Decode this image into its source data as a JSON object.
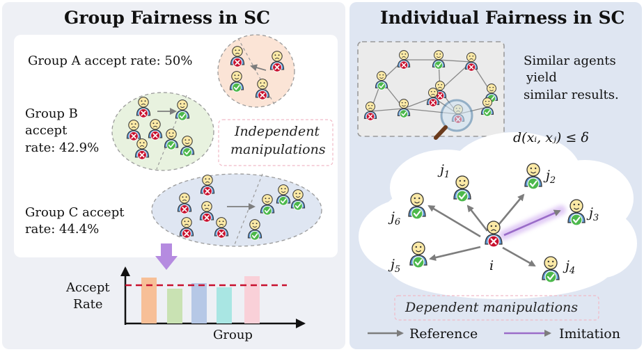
{
  "left_panel": {
    "title": "Group Fairness in SC",
    "group_a": {
      "label": "Group A accept rate: 50%",
      "rate": 0.5
    },
    "group_b": {
      "label_line1": "Group B",
      "label_line2": "accept",
      "label_line3": "rate: 42.9%",
      "rate": 0.429
    },
    "group_c": {
      "label_line1": "Group C accept",
      "label_line2": "rate: 44.4%",
      "rate": 0.444
    },
    "note_line1": "Independent",
    "note_line2": "manipulations",
    "chart": {
      "ylabel_line1": "Accept",
      "ylabel_line2": "Rate",
      "xlabel": "Group"
    }
  },
  "right_panel": {
    "title": "Individual Fairness in SC",
    "desc_line1": "Similar agents",
    "desc_line2": "yield",
    "desc_line3": "similar results.",
    "formula": "d(xᵢ, xⱼ) ≤ δ",
    "nodes": {
      "i": "i",
      "j1": "j",
      "j1s": "1",
      "j2": "j",
      "j2s": "2",
      "j3": "j",
      "j3s": "3",
      "j4": "j",
      "j4s": "4",
      "j5": "j",
      "j5s": "5",
      "j6": "j",
      "j6s": "6"
    },
    "note": "Dependent manipulations",
    "legend_reference": "Reference",
    "legend_imitation": "Imitation"
  },
  "colors": {
    "accept": "#4cb84c",
    "reject": "#c8102e",
    "threshold": "#c8102e",
    "imitation": "#b58be0",
    "bar_colors": [
      "#f7bf97",
      "#c9e2b3",
      "#b6c8e6",
      "#a9e6e3",
      "#f9d0d8"
    ]
  }
}
